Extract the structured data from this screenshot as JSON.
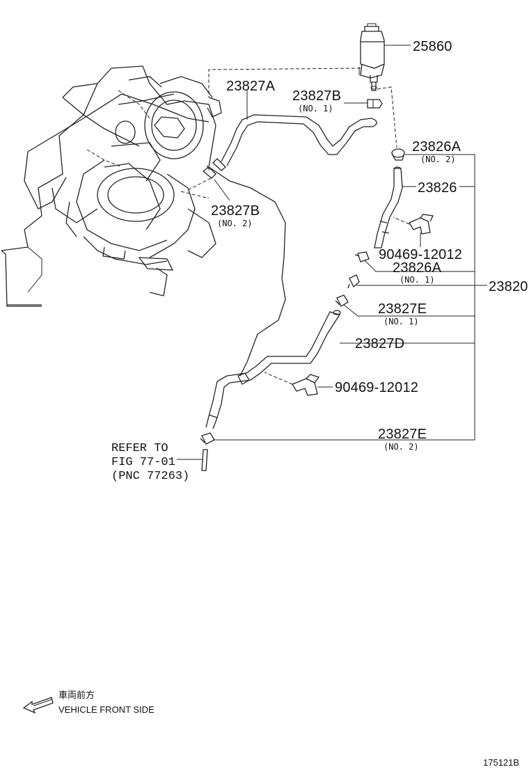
{
  "labels": {
    "p25860": "25860",
    "p23827A": "23827A",
    "p23827B_1": "23827B",
    "p23827B_1_sub": "(NO. 1)",
    "p23827B_2": "23827B",
    "p23827B_2_sub": "(NO. 2)",
    "p23826A_2": "23826A",
    "p23826A_2_sub": "(NO. 2)",
    "p23826": "23826",
    "p90469_1": "90469-12012",
    "p23826A_1": "23826A",
    "p23826A_1_sub": "(NO. 1)",
    "p23820": "23820",
    "p23827E_1": "23827E",
    "p23827E_1_sub": "(NO. 1)",
    "p23827D": "23827D",
    "p90469_2": "90469-12012",
    "p23827E_2": "23827E",
    "p23827E_2_sub": "(NO. 2)"
  },
  "refer": {
    "line1": "REFER TO",
    "line2": "FIG 77-01",
    "line3": "(PNC 77263)"
  },
  "front_indicator": {
    "japanese": "車両前方",
    "english": "VEHICLE FRONT SIDE",
    "icon": "arrow-left-icon"
  },
  "figure_number": "175121B"
}
